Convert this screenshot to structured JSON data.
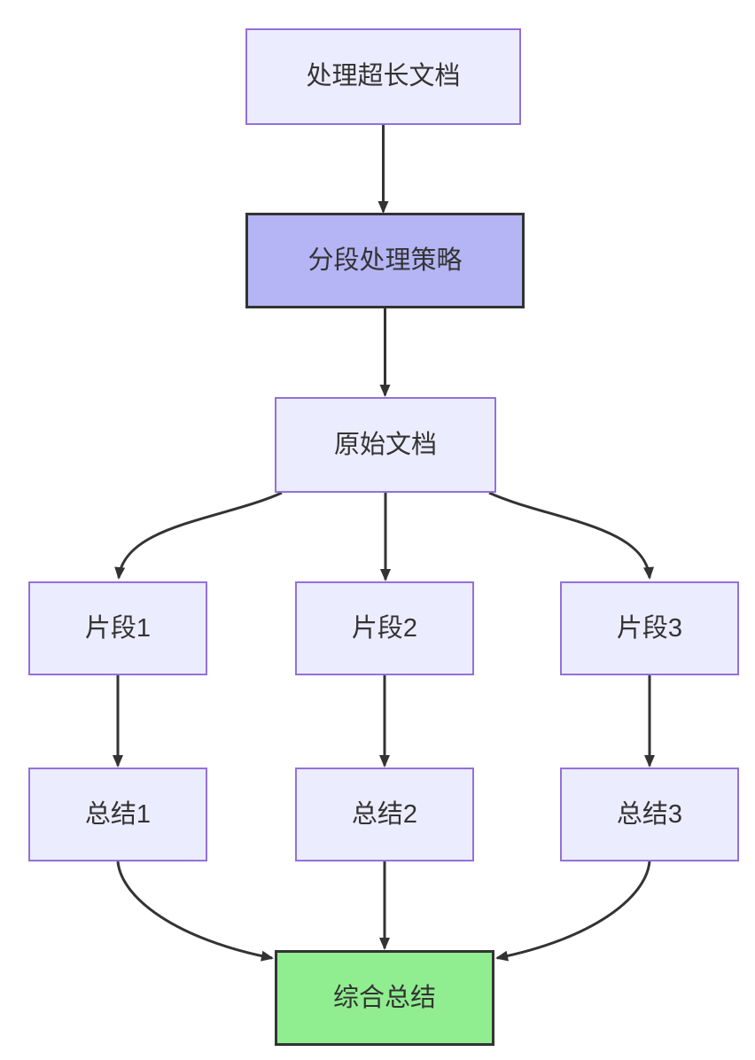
{
  "diagram": {
    "type": "flowchart-top-down",
    "nodes": {
      "process": {
        "label": "处理超长文档",
        "kind": "default"
      },
      "strategy": {
        "label": "分段处理策略",
        "kind": "emphasis"
      },
      "source": {
        "label": "原始文档",
        "kind": "default"
      },
      "frag1": {
        "label": "片段1",
        "kind": "default"
      },
      "frag2": {
        "label": "片段2",
        "kind": "default"
      },
      "frag3": {
        "label": "片段3",
        "kind": "default"
      },
      "sum1": {
        "label": "总结1",
        "kind": "default"
      },
      "sum2": {
        "label": "总结2",
        "kind": "default"
      },
      "sum3": {
        "label": "总结3",
        "kind": "default"
      },
      "final": {
        "label": "综合总结",
        "kind": "success"
      }
    },
    "edges": [
      {
        "from": "process",
        "to": "strategy"
      },
      {
        "from": "strategy",
        "to": "source"
      },
      {
        "from": "source",
        "to": "frag1"
      },
      {
        "from": "source",
        "to": "frag2"
      },
      {
        "from": "source",
        "to": "frag3"
      },
      {
        "from": "frag1",
        "to": "sum1"
      },
      {
        "from": "frag2",
        "to": "sum2"
      },
      {
        "from": "frag3",
        "to": "sum3"
      },
      {
        "from": "sum1",
        "to": "final"
      },
      {
        "from": "sum2",
        "to": "final"
      },
      {
        "from": "sum3",
        "to": "final"
      }
    ],
    "colors": {
      "background": "#ffffff",
      "node_fill": "#ECECFF",
      "node_border": "#9370DB",
      "emphasis_fill": "#b5b5f5",
      "emphasis_border": "#333333",
      "success_fill": "#90EE90",
      "success_border": "#333333",
      "edge": "#333333",
      "text": "#333333"
    }
  }
}
